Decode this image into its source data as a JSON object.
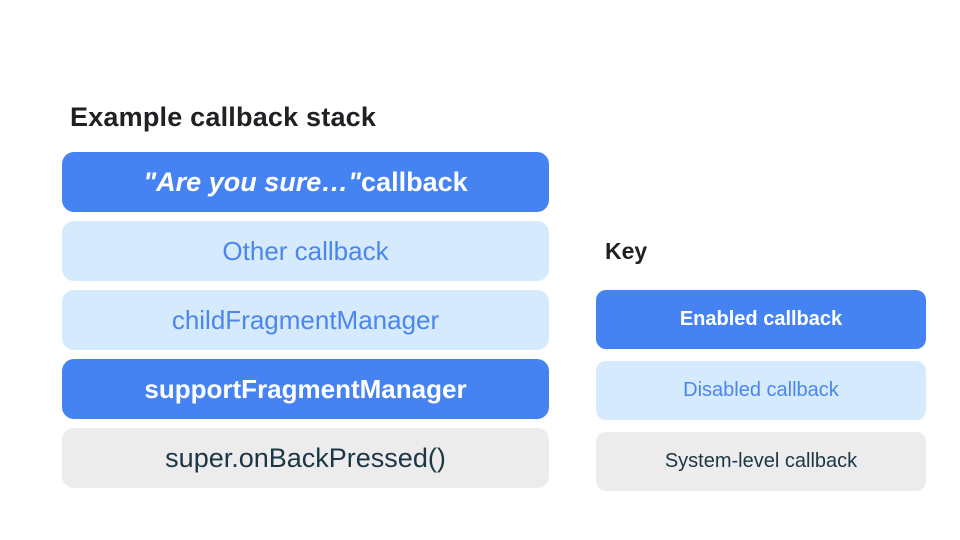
{
  "title": "Example callback stack",
  "stack": {
    "items": [
      {
        "label_quote": "\"Are you sure…\"",
        "label_rest": " callback",
        "type": "enabled"
      },
      {
        "label": "Other callback",
        "type": "disabled"
      },
      {
        "label": "childFragmentManager",
        "type": "disabled"
      },
      {
        "label": "supportFragmentManager",
        "type": "enabled"
      },
      {
        "label": "super.onBackPressed()",
        "type": "system"
      }
    ]
  },
  "key": {
    "heading": "Key",
    "items": [
      {
        "label": "Enabled callback",
        "type": "enabled"
      },
      {
        "label": "Disabled callback",
        "type": "disabled"
      },
      {
        "label": "System-level callback",
        "type": "system"
      }
    ]
  },
  "colors": {
    "page_bg": "#ffffff",
    "title_text": "#202124",
    "enabled_bg": "#4683f2",
    "enabled_text": "#ffffff",
    "disabled_bg": "#d5eafc",
    "disabled_text": "#4c86ec",
    "system_bg": "#ececec",
    "system_text": "#1c3645"
  }
}
